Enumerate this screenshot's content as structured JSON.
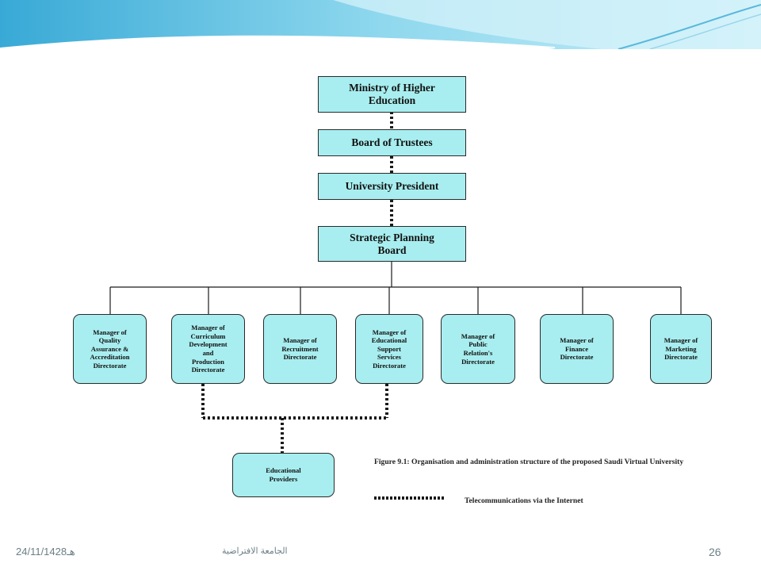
{
  "org_chart": {
    "top_nodes": [
      {
        "label": "Ministry of Higher\nEducation"
      },
      {
        "label": "Board of Trustees"
      },
      {
        "label": "University President"
      },
      {
        "label": "Strategic Planning\nBoard"
      }
    ],
    "managers": [
      {
        "label": "Manager of\nQuality\nAssurance &\nAccreditation\nDirectorate"
      },
      {
        "label": "Manager of\nCurriculum\nDevelopment\nand\nProduction\nDirectorate"
      },
      {
        "label": "Manager of\nRecruitment\nDirectorate"
      },
      {
        "label": "Manager of\nEducational\nSupport\nServices\nDirectorate"
      },
      {
        "label": "Manager of\nPublic\nRelation's\nDirectorate"
      },
      {
        "label": "Manager of\nFinance\nDirectorate"
      },
      {
        "label": "Manager of\nMarketing\nDirectorate"
      }
    ],
    "providers": {
      "label": "Educational\nProviders"
    },
    "figure_caption": "Figure 9.1: Organisation and administration structure of the proposed Saudi Virtual University",
    "legend_label": "Telecommunications via the Internet"
  },
  "footer": {
    "date": "24/11/1428هـ",
    "center_text": "الجامعة الافتراضية",
    "page_number": "26"
  },
  "colors": {
    "box_fill": "#a8eef0",
    "border": "#2a2a2a",
    "header_accent": "#5cc4e0"
  }
}
